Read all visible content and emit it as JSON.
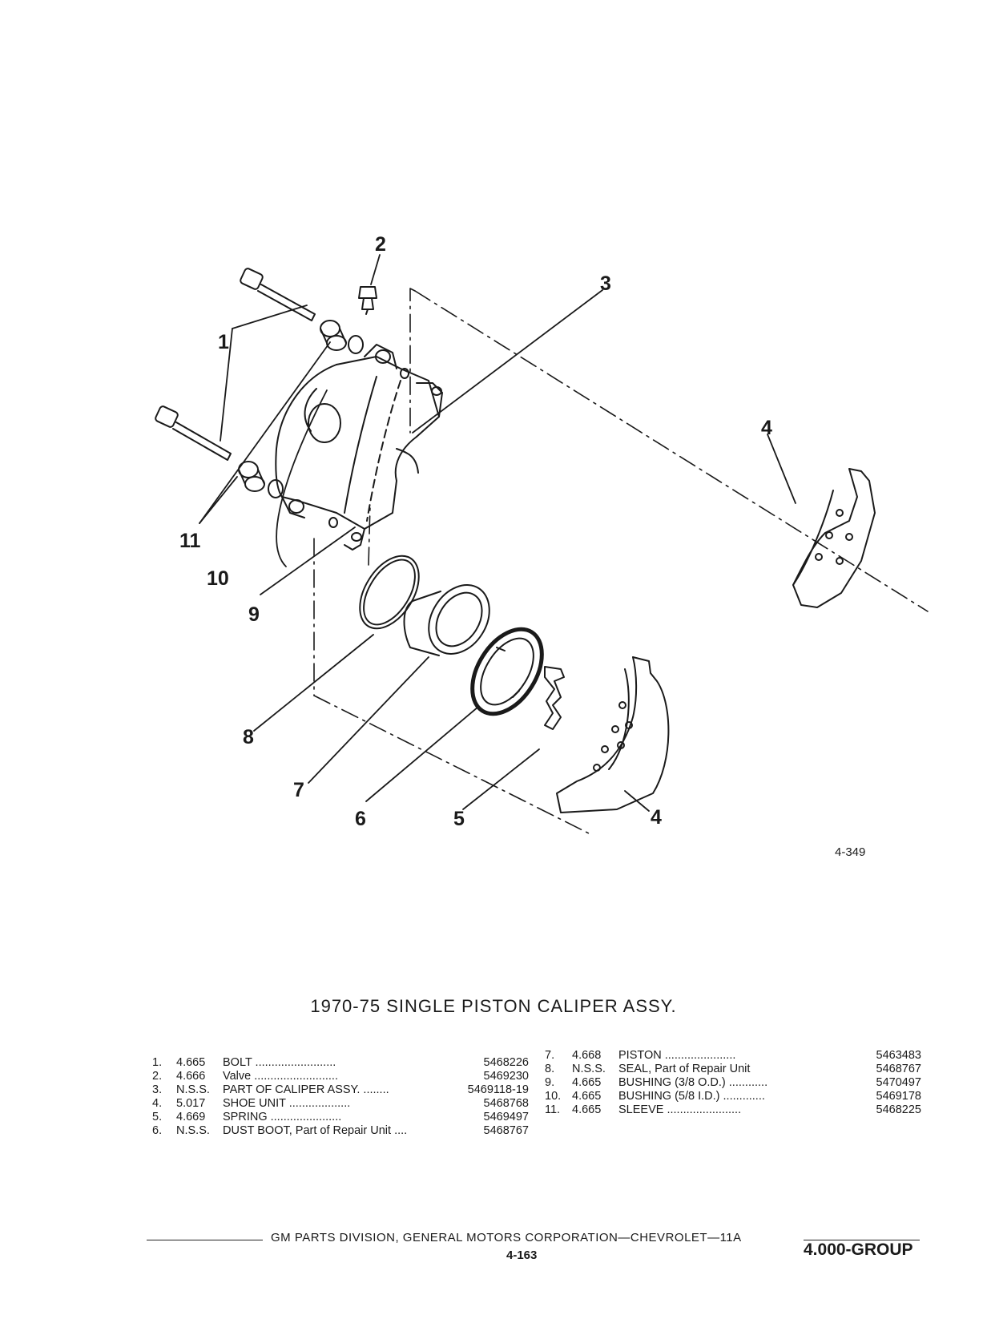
{
  "diagram": {
    "callouts": [
      "1",
      "2",
      "3",
      "4",
      "4",
      "5",
      "6",
      "7",
      "8",
      "9",
      "10",
      "11"
    ],
    "figure_number": "4-349"
  },
  "title": "1970-75 SINGLE PISTON CALIPER ASSY.",
  "parts_left": [
    {
      "num": "1.",
      "group": "4.665",
      "desc": "BOLT .........................",
      "part": "5468226"
    },
    {
      "num": "2.",
      "group": "4.666",
      "desc": "Valve ..........................",
      "part": "5469230"
    },
    {
      "num": "3.",
      "group": "N.S.S.",
      "desc": "PART OF CALIPER ASSY. ........",
      "part": "5469118-19"
    },
    {
      "num": "4.",
      "group": "5.017",
      "desc": "SHOE UNIT ...................",
      "part": "5468768"
    },
    {
      "num": "5.",
      "group": "4.669",
      "desc": "SPRING ......................",
      "part": "5469497"
    },
    {
      "num": "6.",
      "group": "N.S.S.",
      "desc": "DUST BOOT, Part of Repair Unit ....",
      "part": "5468767"
    }
  ],
  "parts_right": [
    {
      "num": "7.",
      "group": "4.668",
      "desc": "PISTON ......................",
      "part": "5463483"
    },
    {
      "num": "8.",
      "group": "N.S.S.",
      "desc": "SEAL, Part of Repair Unit",
      "part": "5468767"
    },
    {
      "num": "9.",
      "group": "4.665",
      "desc": "BUSHING (3/8 O.D.) ............",
      "part": "5470497"
    },
    {
      "num": "10.",
      "group": "4.665",
      "desc": "BUSHING (5/8 I.D.) .............",
      "part": "5469178"
    },
    {
      "num": "11.",
      "group": "4.665",
      "desc": "SLEEVE .......................",
      "part": "5468225"
    }
  ],
  "footer": {
    "text": "GM PARTS DIVISION, GENERAL MOTORS CORPORATION—CHEVROLET—11A",
    "page": "4-163",
    "group": "4.000-GROUP"
  }
}
